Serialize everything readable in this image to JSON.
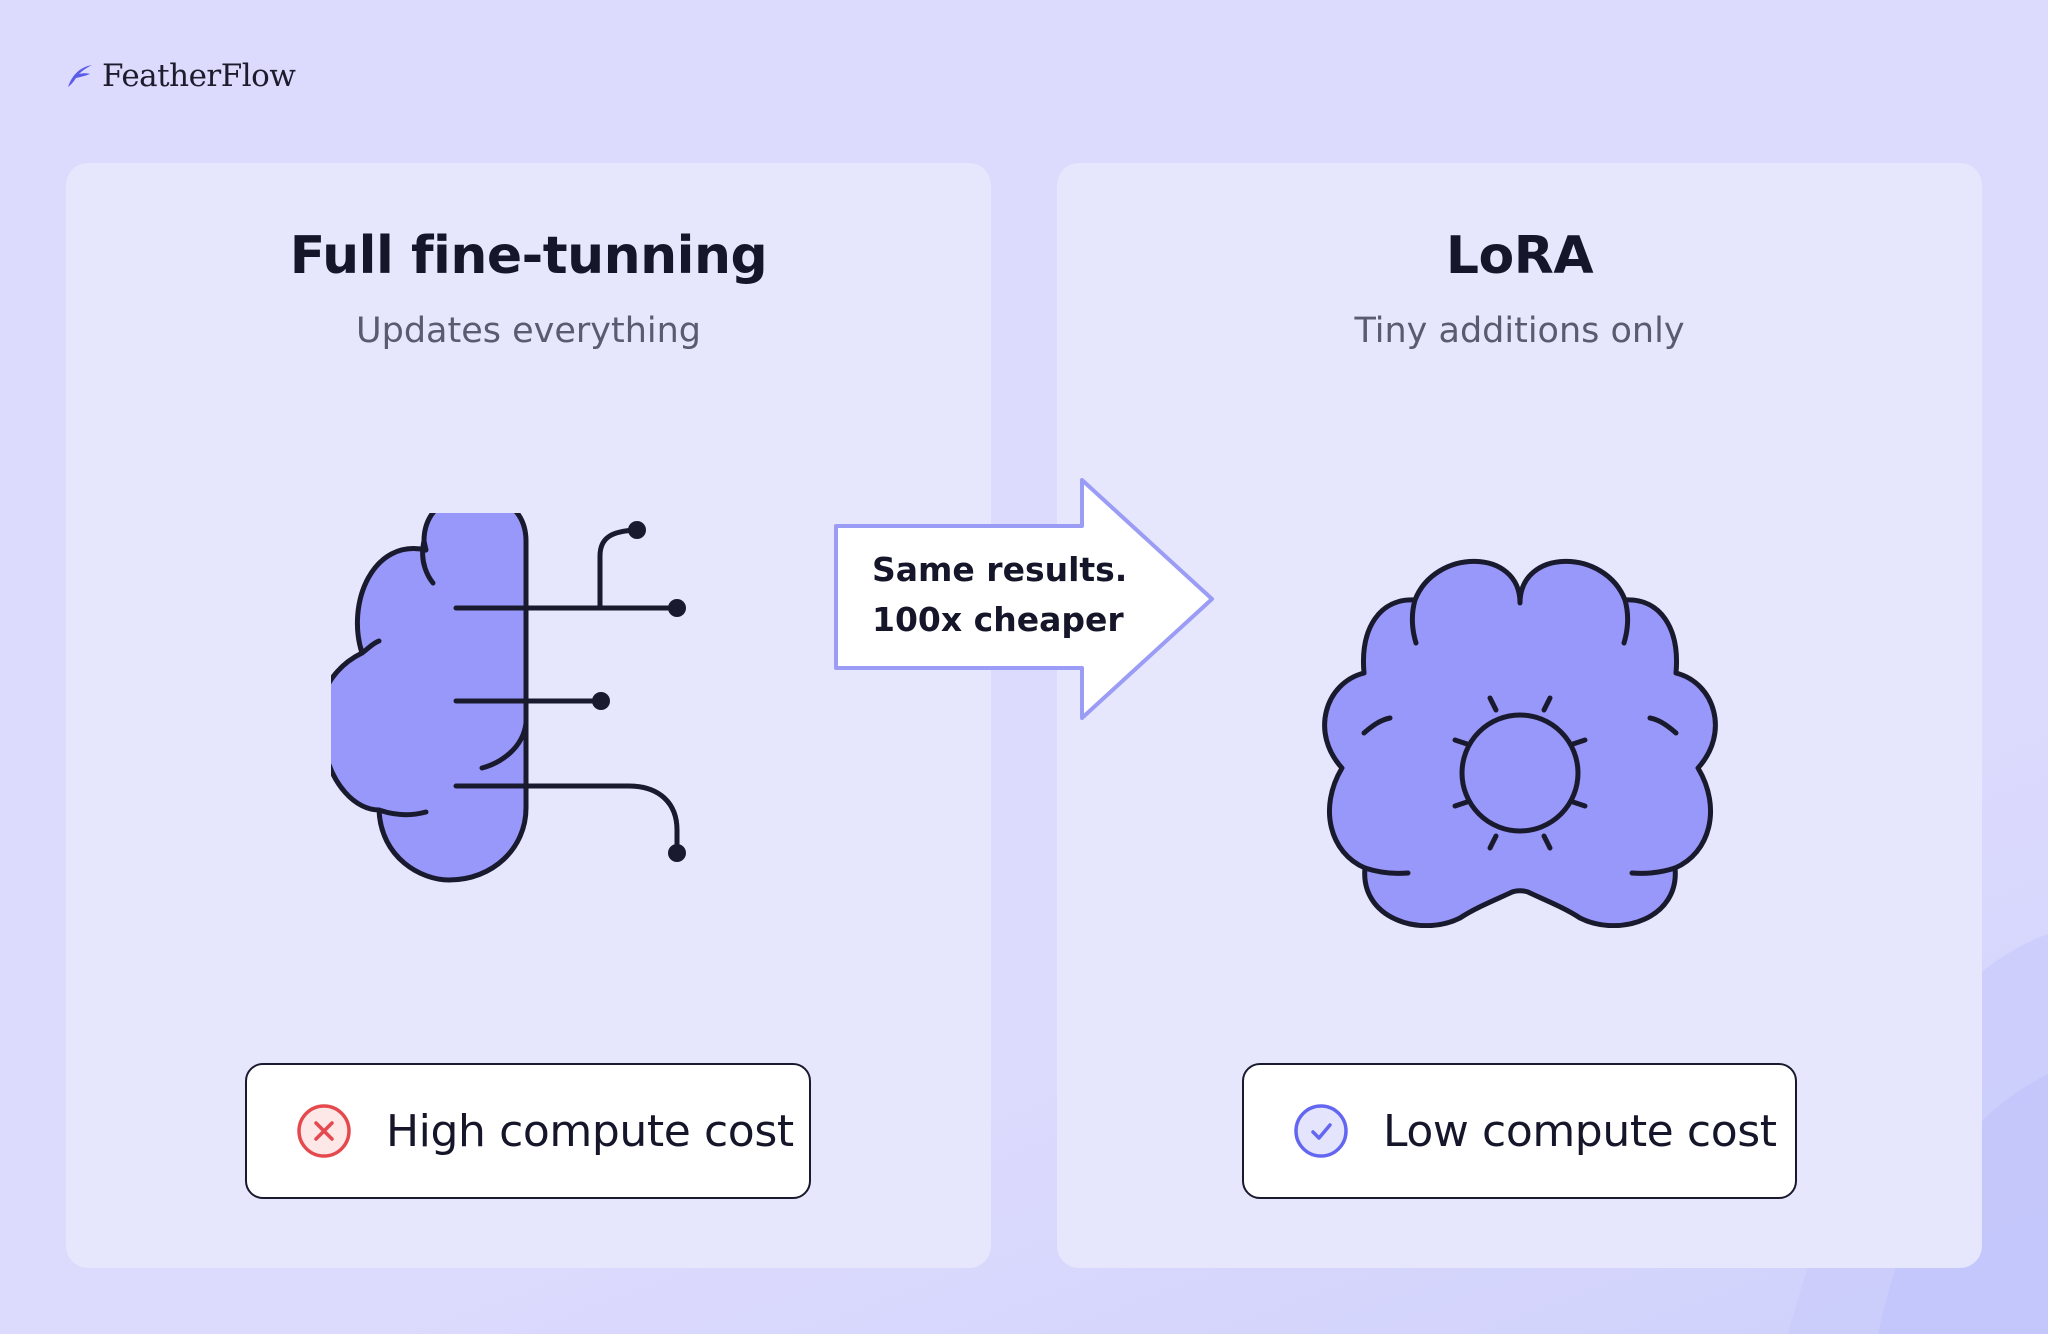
{
  "brand": {
    "name": "FeatherFlow",
    "logo_icon": "feather-icon"
  },
  "left_card": {
    "title": "Full fine-tunning",
    "subtitle": "Updates everything",
    "illustration_icon": "half-brain-circuit-icon",
    "badge": {
      "label": "High compute cost",
      "icon": "x-circle-icon",
      "color": "#e5484d"
    }
  },
  "right_card": {
    "title": "LoRA",
    "subtitle": "Tiny additions only",
    "illustration_icon": "brain-gear-icon",
    "badge": {
      "label": "Low compute cost",
      "icon": "check-circle-icon",
      "color": "#6366f1"
    }
  },
  "arrow": {
    "line1": "Same results.",
    "line2": "100x cheaper",
    "icon": "right-arrow-icon"
  },
  "colors": {
    "background": "#dcdafd",
    "card": "#e6e6fc",
    "illustration_fill": "#9898fa",
    "stroke": "#1a1a2e",
    "arrow_border": "#9a9cf5"
  }
}
